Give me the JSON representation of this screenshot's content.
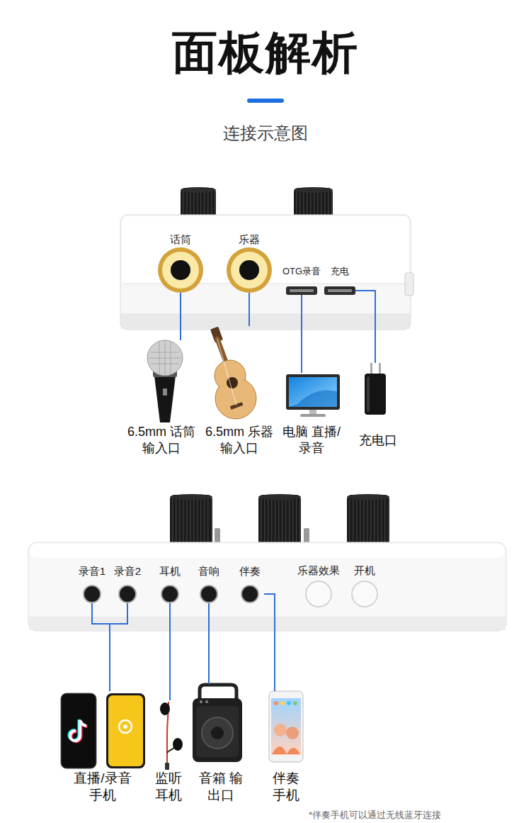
{
  "diagram": {
    "title": "面板解析",
    "nodes": [
      {
        "text": [
          "话筒"
        ]
      },
      {
        "text": [
          "乐器"
        ]
      },
      {
        "text": [
          "OTG录音"
        ]
      },
      {
        "text": [
          "充电"
        ]
      },
      {
        "text": [
          "6.5mm 话筒输入口"
        ]
      },
      {
        "text": [
          "6.5mm 乐器输入口"
        ]
      },
      {
        "text": [
          "电脑 直播/录音"
        ]
      },
      {
        "text": [
          "充电口"
        ]
      },
      {
        "text": [
          "录音1"
        ]
      },
      {
        "text": [
          "录音2"
        ]
      },
      {
        "text": [
          "耳机"
        ]
      },
      {
        "text": [
          "音响"
        ]
      },
      {
        "text": [
          "伴奏"
        ]
      },
      {
        "text": [
          "乐器效果"
        ]
      },
      {
        "text": [
          "开机"
        ]
      },
      {
        "text": [
          "直播/录音 手机"
        ]
      },
      {
        "text": [
          "监听 耳机"
        ]
      },
      {
        "text": [
          "音箱 输出口"
        ]
      },
      {
        "text": [
          "伴奏 手机"
        ]
      }
    ],
    "edges": [
      {
        "from": 0,
        "to": 4,
        "arrow": "none"
      },
      {
        "from": 1,
        "to": 5,
        "arrow": "none"
      },
      {
        "from": 2,
        "to": 6,
        "arrow": "none"
      },
      {
        "from": 3,
        "to": 7,
        "arrow": "none"
      },
      {
        "from": 8,
        "to": 15,
        "arrow": "none"
      },
      {
        "from": 9,
        "to": 15,
        "arrow": "none"
      },
      {
        "from": 10,
        "to": 16,
        "arrow": "none"
      },
      {
        "from": 11,
        "to": 17,
        "arrow": "none"
      },
      {
        "from": 12,
        "to": 18,
        "arrow": "none"
      }
    ],
    "labels": [
      "连接示意图",
      "*伴奏手机可以通过无线蓝牙连接"
    ]
  }
}
